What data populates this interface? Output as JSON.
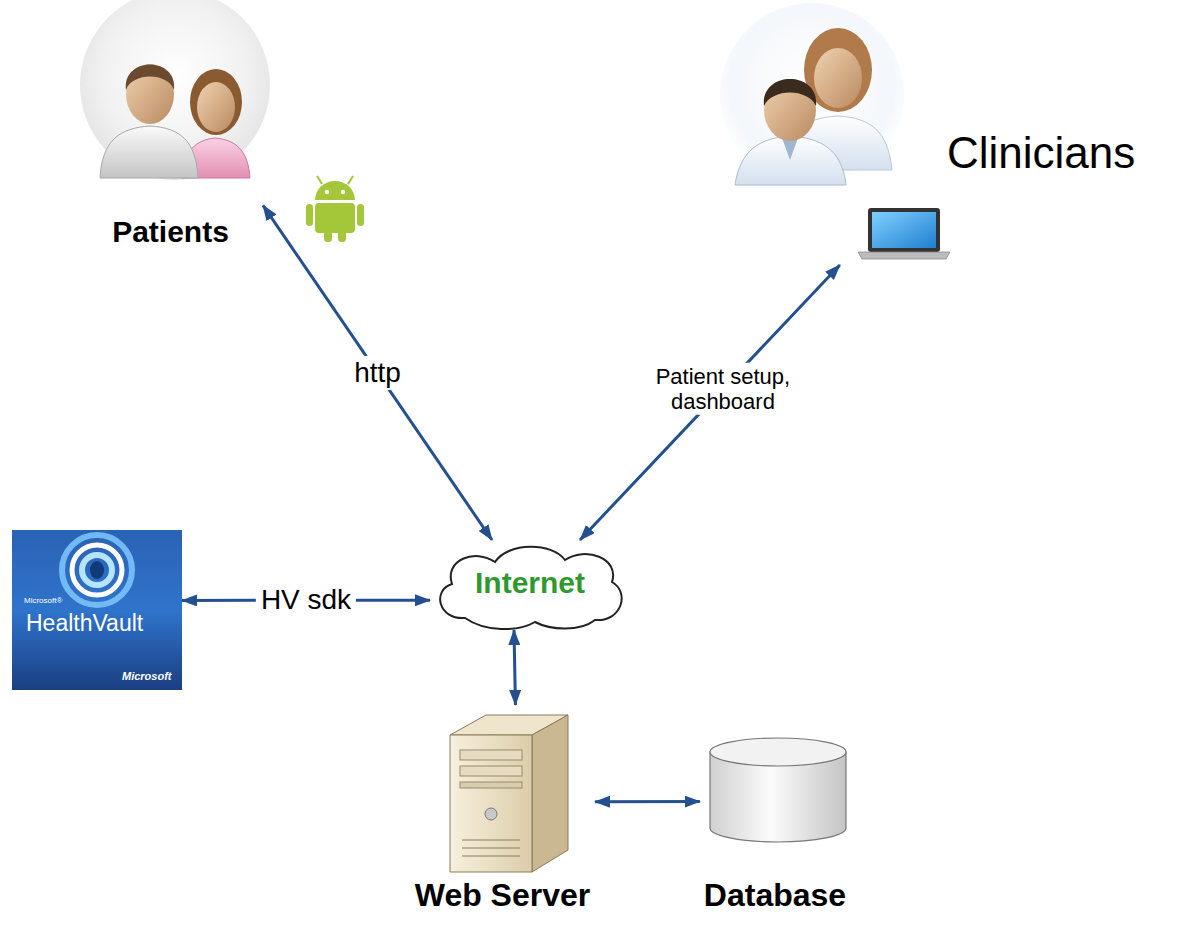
{
  "diagram": {
    "nodes": [
      {
        "text": [
          "Patients"
        ]
      },
      {
        "text": [
          "Clinicians"
        ]
      },
      {
        "text": [
          "Microsoft®",
          "HealthVault",
          "Microsoft"
        ]
      },
      {
        "text": [
          "Internet"
        ]
      },
      {
        "text": [
          "Web Server"
        ]
      },
      {
        "text": [
          "Database"
        ]
      }
    ],
    "edges": [
      {
        "from": 3,
        "to": 0,
        "arrow": "both",
        "label": "http"
      },
      {
        "from": 3,
        "to": 1,
        "arrow": "both",
        "label": "Patient setup, dashboard"
      },
      {
        "from": 2,
        "to": 3,
        "arrow": "both",
        "label": "HV sdk"
      },
      {
        "from": 3,
        "to": 4,
        "arrow": "both"
      },
      {
        "from": 4,
        "to": 5,
        "arrow": "both"
      }
    ]
  }
}
